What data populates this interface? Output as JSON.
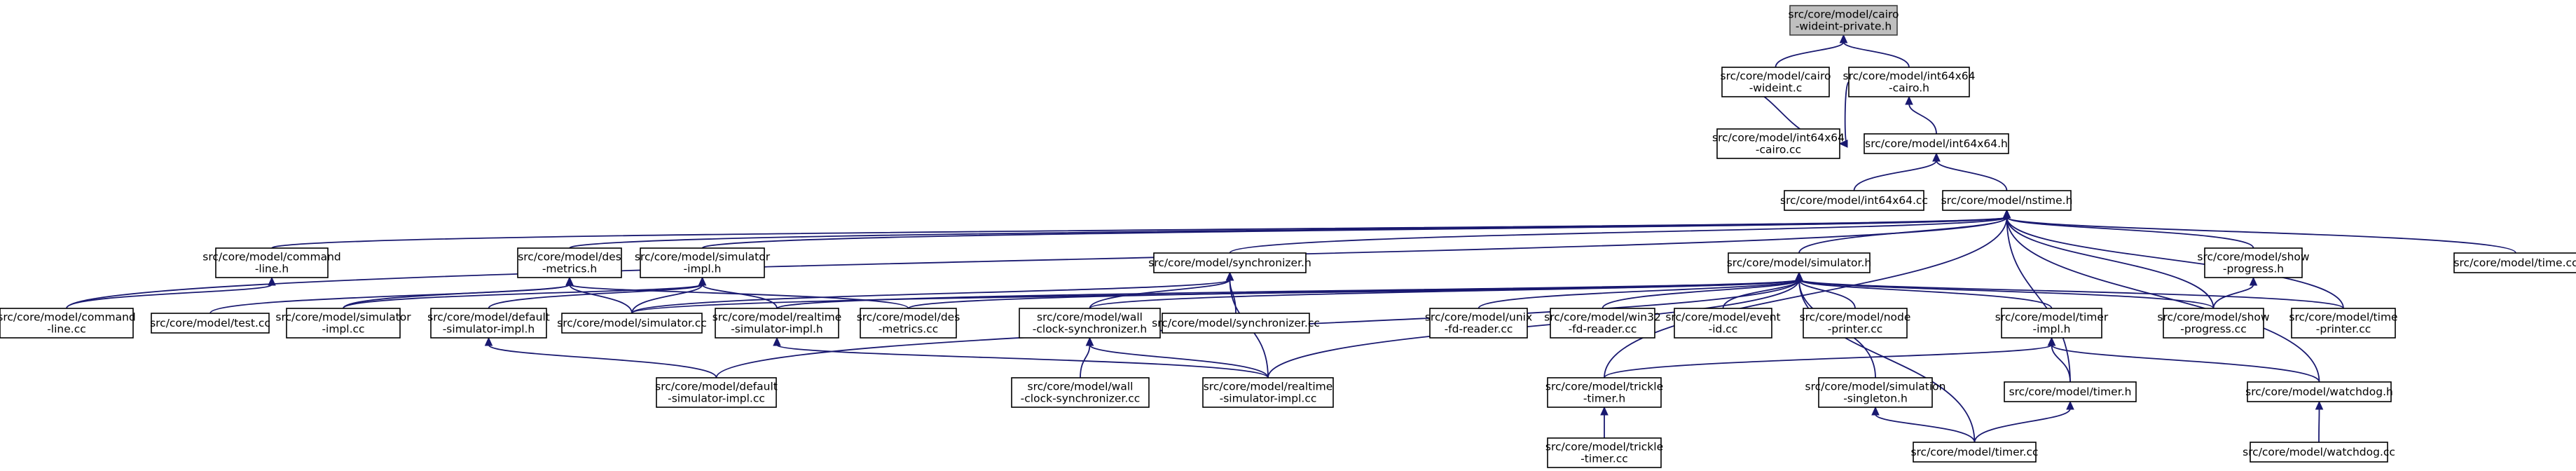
{
  "diagram": {
    "colors": {
      "edge": "#191970",
      "node_border": "#000000",
      "root_fill": "#bfbfbf",
      "node_fill": "#ffffff"
    },
    "nodes": [
      {
        "id": "n0",
        "lines": [
          "src/core/model/cairo",
          "-wideint-private.h"
        ]
      },
      {
        "id": "n1",
        "lines": [
          "src/core/model/cairo",
          "-wideint.c"
        ]
      },
      {
        "id": "n2",
        "lines": [
          "src/core/model/int64x64",
          "-cairo.h"
        ]
      },
      {
        "id": "n3",
        "lines": [
          "src/core/model/int64x64",
          "-cairo.cc"
        ]
      },
      {
        "id": "n4",
        "lines": [
          "src/core/model/int64x64.h"
        ]
      },
      {
        "id": "n5",
        "lines": [
          "src/core/model/int64x64.cc"
        ]
      },
      {
        "id": "n6",
        "lines": [
          "src/core/model/nstime.h"
        ]
      },
      {
        "id": "n7",
        "lines": [
          "src/core/model/command",
          "-line.h"
        ]
      },
      {
        "id": "n8",
        "lines": [
          "src/core/model/des",
          "-metrics.h"
        ]
      },
      {
        "id": "n9",
        "lines": [
          "src/core/model/simulator",
          "-impl.h"
        ]
      },
      {
        "id": "n10",
        "lines": [
          "src/core/model/synchronizer.h"
        ]
      },
      {
        "id": "n11",
        "lines": [
          "src/core/model/simulator.h"
        ]
      },
      {
        "id": "n12",
        "lines": [
          "src/core/model/show",
          "-progress.h"
        ]
      },
      {
        "id": "n13",
        "lines": [
          "src/core/model/time.cc"
        ]
      },
      {
        "id": "n14",
        "lines": [
          "src/core/model/command",
          "-line.cc"
        ]
      },
      {
        "id": "n15",
        "lines": [
          "src/core/model/test.cc"
        ]
      },
      {
        "id": "n16",
        "lines": [
          "src/core/model/simulator",
          "-impl.cc"
        ]
      },
      {
        "id": "n17",
        "lines": [
          "src/core/model/default",
          "-simulator-impl.h"
        ]
      },
      {
        "id": "n18",
        "lines": [
          "src/core/model/simulator.cc"
        ]
      },
      {
        "id": "n19",
        "lines": [
          "src/core/model/realtime",
          "-simulator-impl.h"
        ]
      },
      {
        "id": "n20",
        "lines": [
          "src/core/model/des",
          "-metrics.cc"
        ]
      },
      {
        "id": "n21",
        "lines": [
          "src/core/model/wall",
          "-clock-synchronizer.h"
        ]
      },
      {
        "id": "n22",
        "lines": [
          "src/core/model/synchronizer.cc"
        ]
      },
      {
        "id": "n23",
        "lines": [
          "src/core/model/unix",
          "-fd-reader.cc"
        ]
      },
      {
        "id": "n24",
        "lines": [
          "src/core/model/win32",
          "-fd-reader.cc"
        ]
      },
      {
        "id": "n25",
        "lines": [
          "src/core/model/event",
          "-id.cc"
        ]
      },
      {
        "id": "n26",
        "lines": [
          "src/core/model/node",
          "-printer.cc"
        ]
      },
      {
        "id": "n27",
        "lines": [
          "src/core/model/timer",
          "-impl.h"
        ]
      },
      {
        "id": "n28",
        "lines": [
          "src/core/model/show",
          "-progress.cc"
        ]
      },
      {
        "id": "n29",
        "lines": [
          "src/core/model/time",
          "-printer.cc"
        ]
      },
      {
        "id": "n30",
        "lines": [
          "src/core/model/default",
          "-simulator-impl.cc"
        ]
      },
      {
        "id": "n31",
        "lines": [
          "src/core/model/wall",
          "-clock-synchronizer.cc"
        ]
      },
      {
        "id": "n32",
        "lines": [
          "src/core/model/realtime",
          "-simulator-impl.cc"
        ]
      },
      {
        "id": "n33",
        "lines": [
          "src/core/model/trickle",
          "-timer.h"
        ]
      },
      {
        "id": "n34",
        "lines": [
          "src/core/model/simulation",
          "-singleton.h"
        ]
      },
      {
        "id": "n35",
        "lines": [
          "src/core/model/timer.h"
        ]
      },
      {
        "id": "n36",
        "lines": [
          "src/core/model/watchdog.h"
        ]
      },
      {
        "id": "n37",
        "lines": [
          "src/core/model/trickle",
          "-timer.cc"
        ]
      },
      {
        "id": "n38",
        "lines": [
          "src/core/model/timer.cc"
        ]
      },
      {
        "id": "n39",
        "lines": [
          "src/core/model/watchdog.cc"
        ]
      }
    ]
  }
}
